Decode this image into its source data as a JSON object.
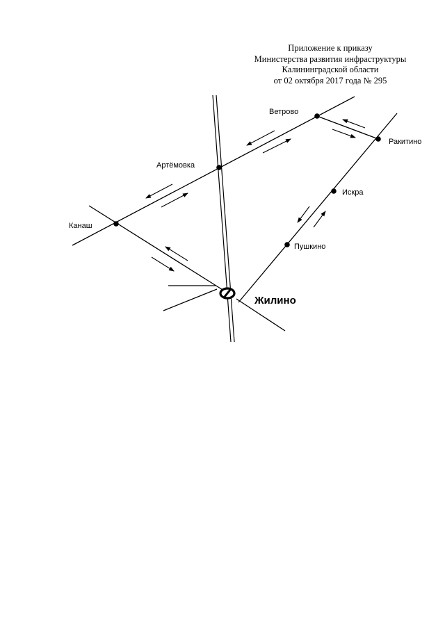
{
  "header": {
    "line1": "Приложение к приказу",
    "line2": "Министерства развития инфраструктуры",
    "line3": "Калининградской области",
    "line4": "от 02 октября 2017 года № 295"
  },
  "stops": {
    "vetrovo": "Ветрово",
    "rakitino": "Ракитино",
    "artemovka": "Артёмовка",
    "iskra": "Искра",
    "kanash": "Канаш",
    "pushkino": "Пушкино",
    "zhilino": "Жилино"
  },
  "colors": {
    "ink": "#000000",
    "background": "#ffffff"
  }
}
